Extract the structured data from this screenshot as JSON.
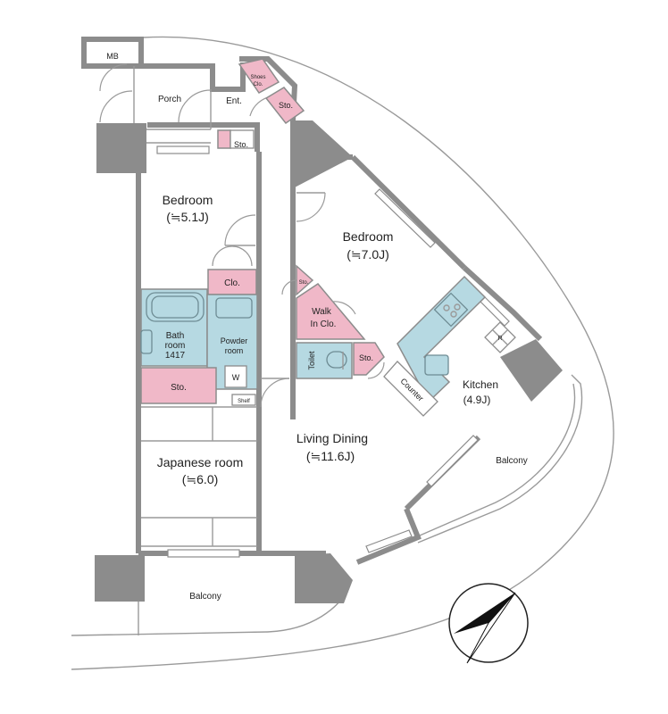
{
  "rooms": {
    "mb": "MB",
    "porch": "Porch",
    "entrance": "Ent.",
    "shoes_closet_line1": "Shoes",
    "shoes_closet_line2": "Clo.",
    "storage_entrance": "Sto.",
    "storage_hall": "Sto.",
    "storage_small_pink": "Sto.",
    "bedroom1_name": "Bedroom",
    "bedroom1_size": "(≒5.1J)",
    "bedroom2_name": "Bedroom",
    "bedroom2_size": "(≒7.0J)",
    "closet": "Clo.",
    "walk_in_line1": "Walk",
    "walk_in_line2": "In Clo.",
    "storage_small": "Sto.",
    "toilet": "Toilet",
    "storage_toilet": "Sto.",
    "bath_line1": "Bath",
    "bath_line2": "room",
    "bath_line3": "1417",
    "powder_line1": "Powder",
    "powder_line2": "room",
    "washer": "W",
    "storage_bath": "Sto.",
    "shelf": "Shelf",
    "kitchen_name": "Kitchen",
    "kitchen_size": "(4.9J)",
    "counter": "Counter",
    "fridge": "R",
    "living_name": "Living Dining",
    "living_size": "(≒11.6J)",
    "japanese_name": "Japanese room",
    "japanese_size": "(≒6.0)",
    "balcony_right": "Balcony",
    "balcony_bottom": "Balcony"
  },
  "colors": {
    "wall": "#8c8c8c",
    "storage_pink": "#f0b8c8",
    "wet_area_blue": "#b6d9e2"
  },
  "compass": {
    "north_icon": "compass-north-arrow-icon"
  }
}
